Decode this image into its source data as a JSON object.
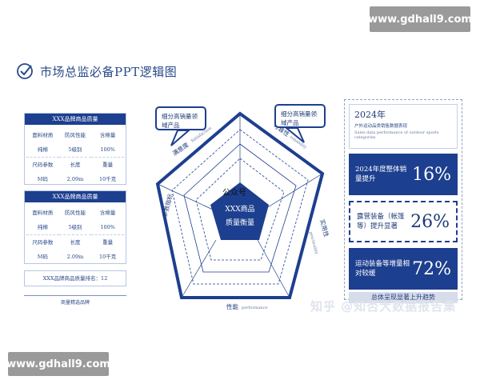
{
  "watermark_top": "www.gdhall9.com",
  "watermark_bottom": "www.gdhall9.com",
  "title": "市场总监必备PPT逻辑图",
  "card1": {
    "header": "XXX品牌商品质量",
    "cells": [
      "面料材质",
      "防风性能",
      "含棉量",
      "纯棉",
      "5级别",
      "100%",
      "尺码参数",
      "长度",
      "重量",
      "M码",
      "2.09m",
      "10千克"
    ]
  },
  "card2": {
    "header": "XXX品牌商品质量",
    "cells": [
      "面料材质",
      "防风性能",
      "含棉量",
      "纯棉",
      "5级别",
      "100%",
      "尺码参数",
      "长度",
      "重量",
      "M码",
      "2.09m",
      "10千克"
    ]
  },
  "ranking_bar": "XXX品牌商品质量排名：12",
  "footnote": "商量精选品牌",
  "bubble_left": "细分高销量领域产品",
  "bubble_right": "细分高销量领域产品",
  "center_label": "公众号",
  "center_text_1": "XXX商品",
  "center_text_2": "质量衡量",
  "dims": {
    "top_left": "满意度",
    "top_left_en": "Satisfaction",
    "top_right": "可靠性",
    "top_right_en": "reliability",
    "right": "实用性",
    "right_en": "practicality",
    "bottom": "性能",
    "bottom_en": "performance",
    "left": "参数指标"
  },
  "right_panel": {
    "year": "2024年",
    "sub_cn": "户外运动品类销售数据表现",
    "sub_en": "Sales data performance of outdoor sports categories",
    "stats": [
      {
        "label": "2024年度整体销量提升",
        "value": "16%"
      },
      {
        "label": "露营装备（帐篷等）提升显著",
        "value": "26%"
      },
      {
        "label": "运动装备等增量相对较缓",
        "value": "72%"
      }
    ],
    "bottom": "总体呈现显著上升趋势"
  },
  "corner_watermark": "知乎 @知否大数据报告集",
  "colors": {
    "primary": "#1d3f8f",
    "light": "#d7dcea"
  }
}
